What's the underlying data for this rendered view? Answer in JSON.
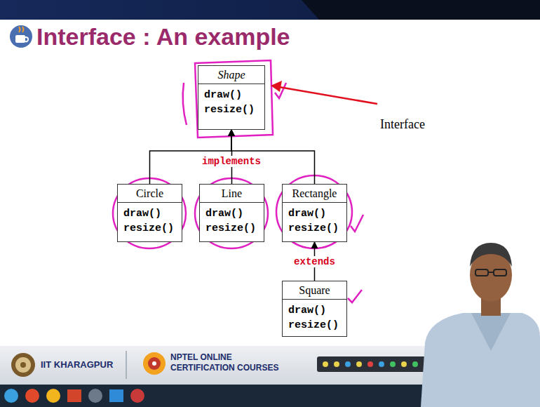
{
  "diagram": {
    "title": "Interface : An example",
    "nodes": [
      {
        "text": [
          "Shape",
          "draw()",
          "resize()"
        ]
      },
      {
        "text": [
          "Circle",
          "draw()",
          "resize()"
        ]
      },
      {
        "text": [
          "Line",
          "draw()",
          "resize()"
        ]
      },
      {
        "text": [
          "Rectangle",
          "draw()",
          "resize()"
        ]
      },
      {
        "text": [
          "Square",
          "draw()",
          "resize()"
        ]
      }
    ],
    "edges": [
      {
        "from": 1,
        "to": 0,
        "arrow": "to"
      },
      {
        "from": 2,
        "to": 0,
        "arrow": "to",
        "label": "implements"
      },
      {
        "from": 3,
        "to": 0,
        "arrow": "to"
      },
      {
        "from": 4,
        "to": 3,
        "arrow": "to",
        "label": "extends"
      }
    ],
    "labels": [
      "Interface",
      "IIT KHARAGPUR",
      "NPTEL ONLINE",
      "CERTIFICATION COURSES"
    ]
  }
}
